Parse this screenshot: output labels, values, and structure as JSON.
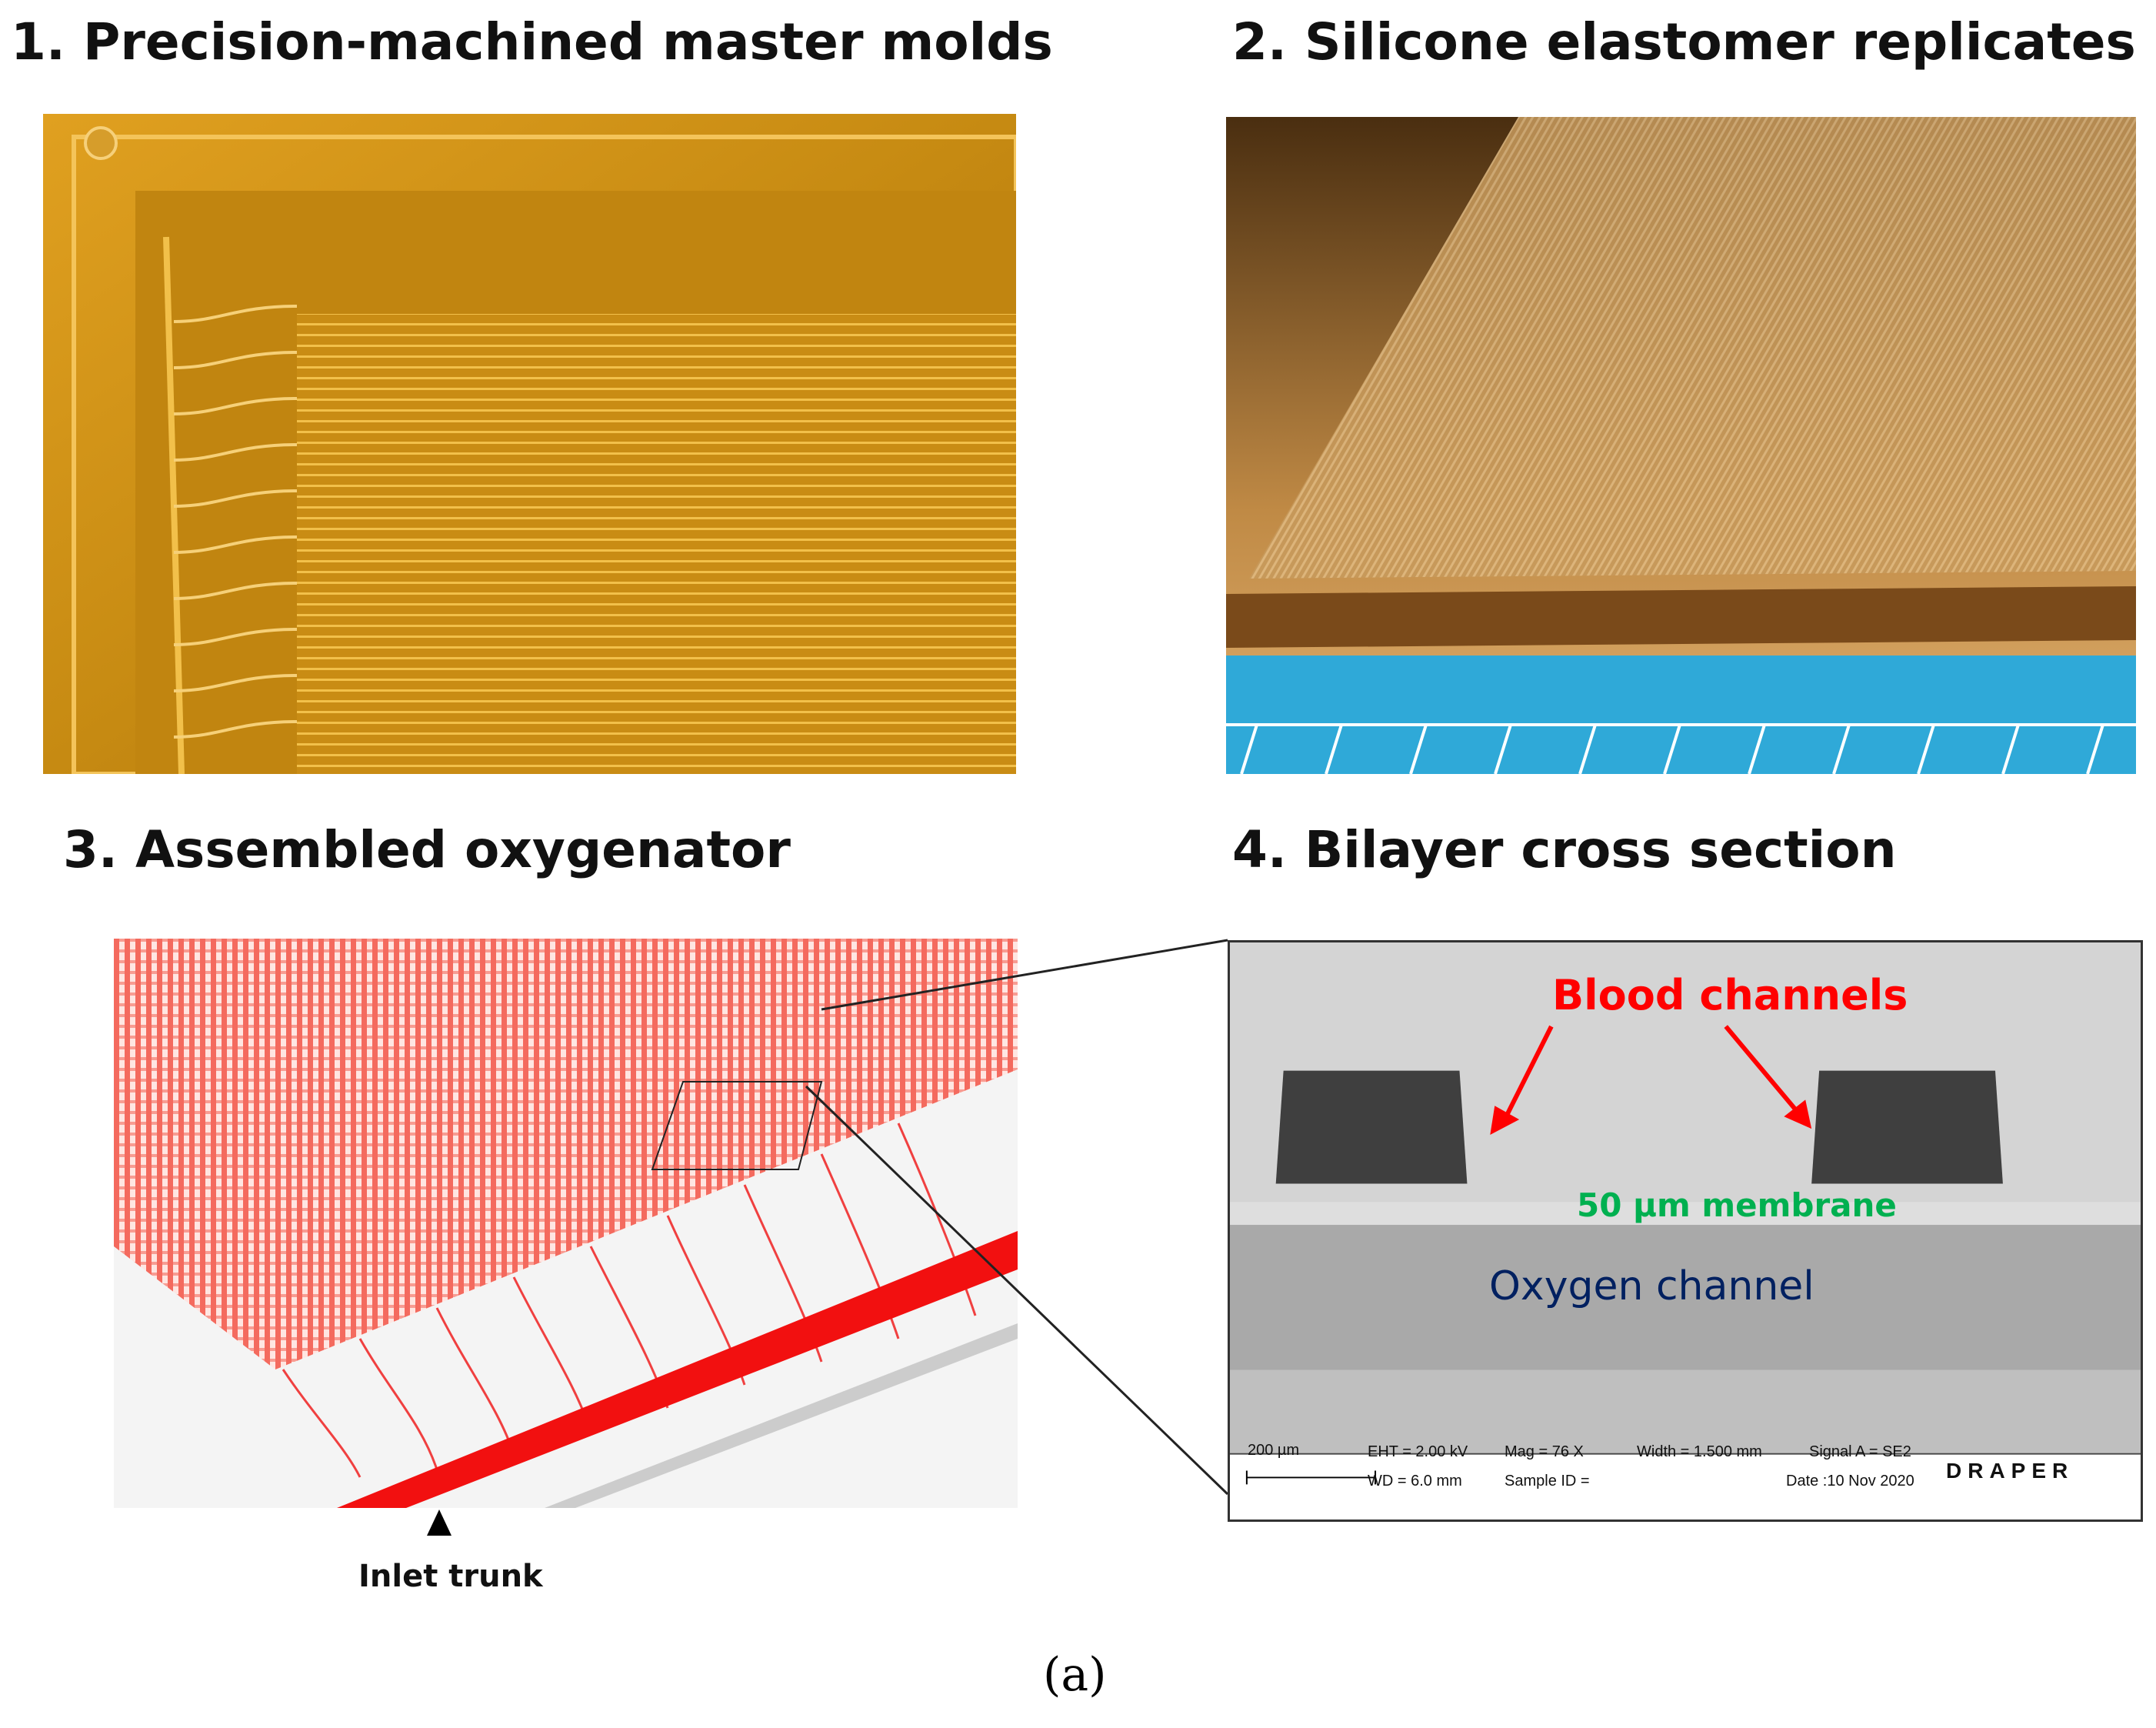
{
  "panels": {
    "p1": {
      "title": "1. Precision-machined master molds"
    },
    "p2": {
      "title": "2. Silicone elastomer replicates"
    },
    "p3": {
      "title": "3. Assembled oxygenator",
      "inlet_label": "Inlet trunk"
    },
    "p4": {
      "title": "4. Bilayer cross section",
      "blood_label": "Blood channels",
      "membrane_label": "50 µm membrane",
      "oxygen_label": "Oxygen channel",
      "meta": {
        "scale": "200 µm",
        "eht": "EHT =  2.00 kV",
        "wd": "WD =  6.0 mm",
        "mag": "Mag =      76 X",
        "sample": "Sample ID =",
        "width": "Width = 1.500 mm",
        "signal": "Signal A = SE2",
        "date": "Date :10 Nov 2020",
        "brand": "DRAPER"
      }
    }
  },
  "caption": "(a)",
  "colors": {
    "mold_gold": "#c8860f",
    "replicate_amber": "#b07a2a",
    "ruler_blue": "#2fa9d8",
    "channel_red": "#f04a4a",
    "label_red": "#ff0000",
    "label_green": "#00b050",
    "label_navy": "#002060"
  }
}
